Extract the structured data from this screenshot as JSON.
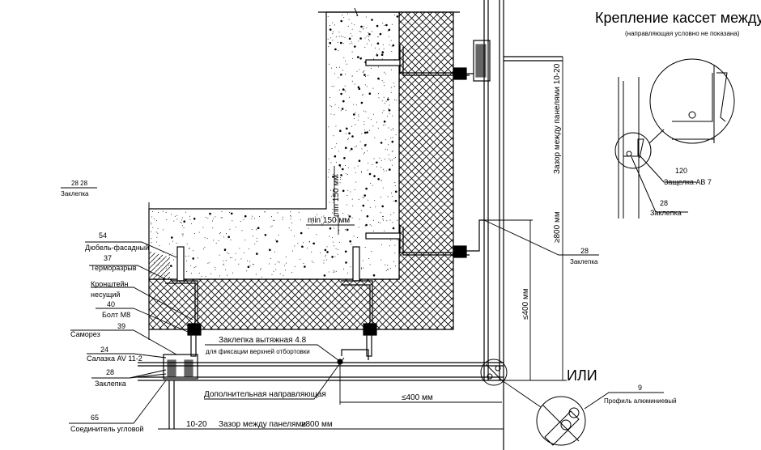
{
  "title": "Крепление кассет между собой",
  "subtitle": "(направляющая условно не показана)",
  "labels": {
    "top_left_num": "28  28",
    "top_left_text": "Заклепка",
    "dowel_num": "54",
    "dowel_text": "Дюбель-фасадный",
    "thermal_num": "37",
    "thermal_text": "Терморазрыв",
    "bracket_line1": "Кронштейн",
    "bracket_line2": "несущий",
    "bolt_num": "40",
    "bolt_text": "Болт М8",
    "screw_num": "39",
    "screw_text": "Саморез",
    "slide_num": "24",
    "slide_text": "Салазка AV 11-2",
    "rivet_num": "28",
    "rivet_text": "Заклепка",
    "corner_num": "65",
    "corner_text": "Соединитель угловой",
    "pull_rivet_line1": "Заклепка вытяжная 4.8",
    "pull_rivet_line2": "для фиксации верхней отбортовки",
    "extra_guide": "Дополнительная направляющая",
    "right_rivet_num": "28",
    "right_rivet_text": "Заклепка",
    "or": "ИЛИ",
    "profile_num": "9",
    "profile_text": "Профиль алюминиевый",
    "latch_num": "120",
    "latch_text": "Защелка AB 7",
    "detail_rivet_num": "28",
    "detail_rivet_text": "Заклепка"
  },
  "dimensions": {
    "min_h": "min 150 мм",
    "min_v": "min 150 мм",
    "bottom_le400": "≤400 мм",
    "bottom_gap_val": "10-20",
    "bottom_gap_text": "Зазор между панелями",
    "bottom_ge800": "≥800 мм",
    "right_gap": "Зазор между панелями 10-20",
    "right_ge800": "≥800 мм",
    "right_le400": "≤400 мм"
  }
}
